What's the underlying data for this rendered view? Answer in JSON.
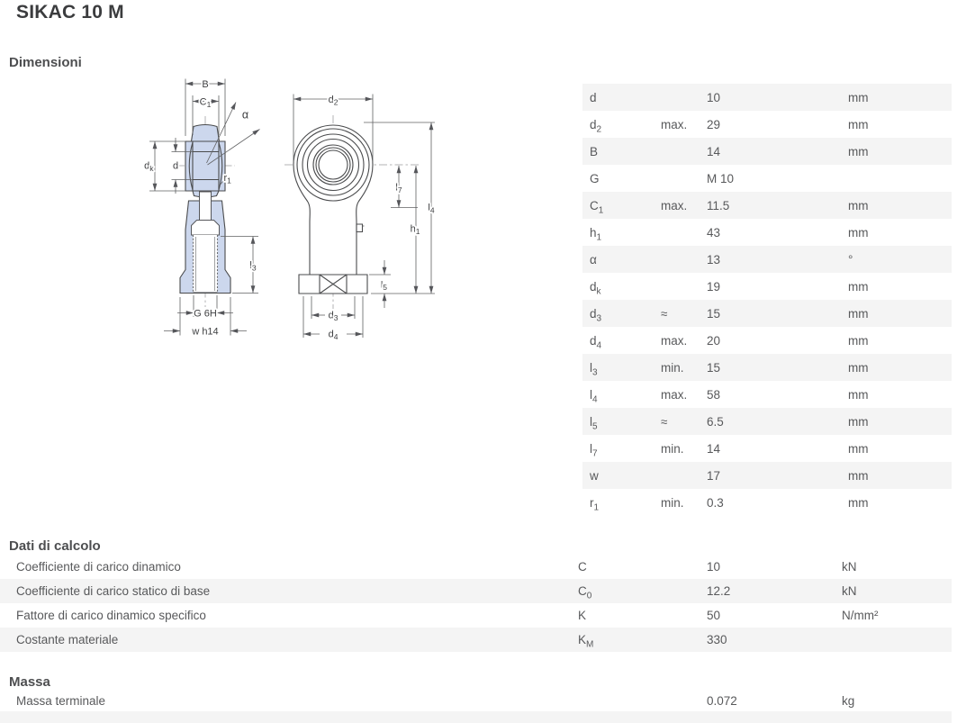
{
  "page": {
    "title": "SIKAC 10 M"
  },
  "colors": {
    "part_fill_blue": "#ccd7ed",
    "row_alt_gray": "#f4f4f4",
    "body_text": "#58595b",
    "heading_text": "#4d4e50"
  },
  "sections": {
    "dimensions": {
      "heading": "Dimensioni",
      "rows": [
        {
          "base": "d",
          "sub": "",
          "qualifier": "",
          "value": "10",
          "unit": "mm"
        },
        {
          "base": "d",
          "sub": "2",
          "qualifier": "max.",
          "value": "29",
          "unit": "mm"
        },
        {
          "base": "B",
          "sub": "",
          "qualifier": "",
          "value": "14",
          "unit": "mm"
        },
        {
          "base": "G",
          "sub": "",
          "qualifier": "",
          "value": "M 10",
          "unit": ""
        },
        {
          "base": "C",
          "sub": "1",
          "qualifier": "max.",
          "value": "11.5",
          "unit": "mm"
        },
        {
          "base": "h",
          "sub": "1",
          "qualifier": "",
          "value": "43",
          "unit": "mm"
        },
        {
          "base": "α",
          "sub": "",
          "qualifier": "",
          "value": "13",
          "unit": "°"
        },
        {
          "base": "d",
          "sub": "k",
          "qualifier": "",
          "value": "19",
          "unit": "mm"
        },
        {
          "base": "d",
          "sub": "3",
          "qualifier": "≈",
          "value": "15",
          "unit": "mm"
        },
        {
          "base": "d",
          "sub": "4",
          "qualifier": "max.",
          "value": "20",
          "unit": "mm"
        },
        {
          "base": "l",
          "sub": "3",
          "qualifier": "min.",
          "value": "15",
          "unit": "mm"
        },
        {
          "base": "l",
          "sub": "4",
          "qualifier": "max.",
          "value": "58",
          "unit": "mm"
        },
        {
          "base": "l",
          "sub": "5",
          "qualifier": "≈",
          "value": "6.5",
          "unit": "mm"
        },
        {
          "base": "l",
          "sub": "7",
          "qualifier": "min.",
          "value": "14",
          "unit": "mm"
        },
        {
          "base": "w",
          "sub": "",
          "qualifier": "",
          "value": "17",
          "unit": "mm"
        },
        {
          "base": "r",
          "sub": "1",
          "qualifier": "min.",
          "value": "0.3",
          "unit": "mm"
        }
      ]
    },
    "calculation": {
      "heading": "Dati di calcolo",
      "rows": [
        {
          "label": "Coefficiente di carico dinamico",
          "base": "C",
          "sub": "",
          "value": "10",
          "unit": "kN"
        },
        {
          "label": "Coefficiente di carico statico di base",
          "base": "C",
          "sub": "0",
          "value": "12.2",
          "unit": "kN"
        },
        {
          "label": "Fattore di carico dinamico specifico",
          "base": "K",
          "sub": "",
          "value": "50",
          "unit": "N/mm²"
        },
        {
          "label": "Costante materiale",
          "base": "K",
          "sub": "M",
          "value": "330",
          "unit": ""
        }
      ]
    },
    "mass": {
      "heading": "Massa",
      "rows": [
        {
          "label": "Massa terminale",
          "value": "0.072",
          "unit": "kg"
        }
      ]
    }
  },
  "drawing": {
    "labels": {
      "B": {
        "base": "B",
        "sub": ""
      },
      "C1": {
        "base": "C",
        "sub": "1"
      },
      "alpha": {
        "base": "α",
        "sub": ""
      },
      "dk": {
        "base": "d",
        "sub": "k"
      },
      "d": {
        "base": "d",
        "sub": ""
      },
      "r1": {
        "base": "r",
        "sub": "1"
      },
      "l3": {
        "base": "l",
        "sub": "3"
      },
      "G6H": {
        "base": "G 6H",
        "sub": ""
      },
      "wh14": {
        "base": "w h14",
        "sub": ""
      },
      "d2": {
        "base": "d",
        "sub": "2"
      },
      "l7": {
        "base": "l",
        "sub": "7"
      },
      "h1": {
        "base": "h",
        "sub": "1"
      },
      "l4": {
        "base": "l",
        "sub": "4"
      },
      "l5": {
        "base": "l",
        "sub": "5"
      },
      "d3": {
        "base": "d",
        "sub": "3"
      },
      "d4": {
        "base": "d",
        "sub": "4"
      }
    }
  }
}
